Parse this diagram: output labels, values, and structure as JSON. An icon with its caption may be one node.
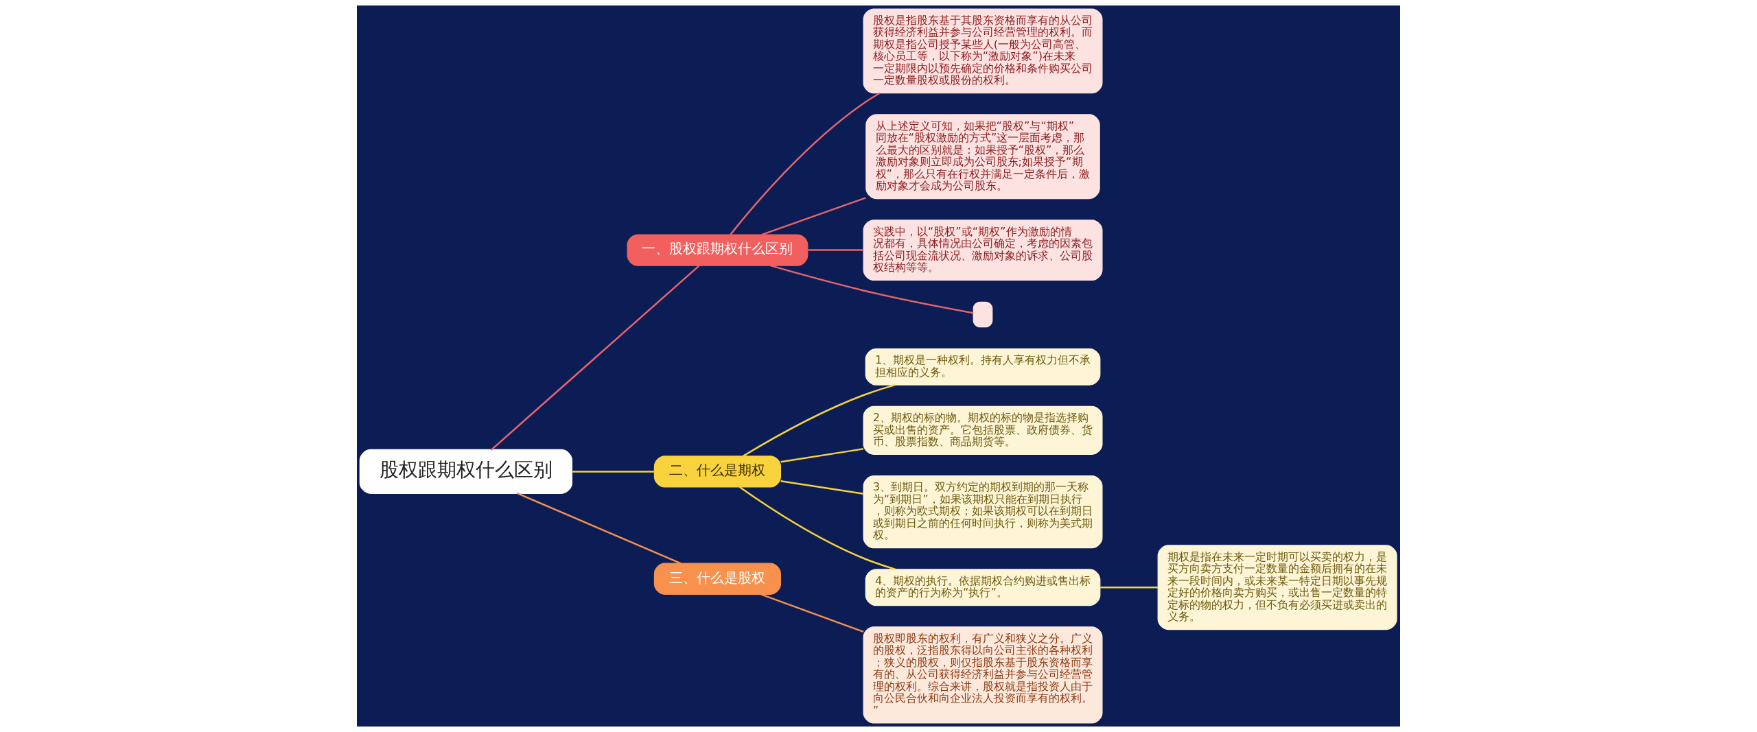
{
  "diagram": {
    "nodes": [
      {
        "text": [
          "股权跟期权什么区别"
        ]
      },
      {
        "text": [
          "一、股权跟期权什么区别"
        ]
      },
      {
        "text": [
          "股权是指股东基于其股东资格而享有的从公司获得经济利益并参与公司经营管理的权利。而期权是指公司授予某些人(一般为公司高管、核心员工等，以下称为“激励对象”)在未来一定期限内以预先确定的价格和条件购买公司一定数量股权或股份的权利。"
        ]
      },
      {
        "text": [
          "从上述定义可知，如果把“股权”与“期权”同放在“股权激励的方式”这一层面考虑，那么最大的区别就是：如果授予“股权”，那么激励对象则立即成为公司股东;如果授予“期权”，那么只有在行权并满足一定条件后，激励对象才会成为公司股东。"
        ]
      },
      {
        "text": [
          "实践中，以“股权”或“期权”作为激励的情况都有，具体情况由公司确定，考虑的因素包括公司现金流状况、激励对象的诉求、公司股权结构等等。"
        ]
      },
      {
        "text": [],
        "shape": "box"
      },
      {
        "text": [
          "二、什么是期权"
        ]
      },
      {
        "text": [
          "1、期权是一种权利。持有人享有权力但不承担相应的义务。"
        ]
      },
      {
        "text": [
          "2、期权的标的物。期权的标的物是指选择购买或出售的资产。它包括股票、政府债券、货币、股票指数、商品期货等。"
        ]
      },
      {
        "text": [
          "3、到期日。双方约定的期权到期的那一天称为“到期日”，如果该期权只能在到期日执行，则称为欧式期权；如果该期权可以在到期日或到期日之前的任何时间执行，则称为美式期权。"
        ]
      },
      {
        "text": [
          "4、期权的执行。依据期权合约购进或售出标的资产的行为称为“执行”。"
        ]
      },
      {
        "text": [
          "期权是指在未来一定时期可以买卖的权力，是买方向卖方支付一定数量的金额后拥有的在未来一段时间内，或未来某一特定日期以事先规定好的价格向卖方购买，或出售一定数量的特定标的物的权力，但不负有必须买进或卖出的义务。"
        ]
      },
      {
        "text": [
          "三、什么是股权"
        ]
      },
      {
        "text": [
          "股权即股东的权利，有广义和狭义之分。广义的股权，泛指股东得以向公司主张的各种权利；狭义的股权，则仅指股东基于股东资格而享有的、从公司获得经济利益并参与公司经营管理的权利。综合来讲，股权就是指投资人由于向公民合伙和向企业法人投资而享有的权利。”"
        ]
      }
    ],
    "edges": [
      {
        "from": 0,
        "to": 1,
        "arrow": "none",
        "color": "#e8636a"
      },
      {
        "from": 1,
        "to": 2,
        "arrow": "none",
        "color": "#e8636a"
      },
      {
        "from": 1,
        "to": 3,
        "arrow": "none",
        "color": "#e8636a"
      },
      {
        "from": 1,
        "to": 4,
        "arrow": "none",
        "color": "#e8636a"
      },
      {
        "from": 1,
        "to": 5,
        "arrow": "none",
        "color": "#e8636a"
      },
      {
        "from": 0,
        "to": 6,
        "arrow": "none",
        "color": "#f5d33a"
      },
      {
        "from": 6,
        "to": 7,
        "arrow": "none",
        "color": "#f5d33a"
      },
      {
        "from": 6,
        "to": 8,
        "arrow": "none",
        "color": "#f5d33a"
      },
      {
        "from": 6,
        "to": 9,
        "arrow": "none",
        "color": "#f5d33a"
      },
      {
        "from": 6,
        "to": 10,
        "arrow": "none",
        "color": "#f5d33a"
      },
      {
        "from": 10,
        "to": 11,
        "arrow": "none",
        "color": "#f5d33a"
      },
      {
        "from": 0,
        "to": 12,
        "arrow": "none",
        "color": "#f7914d"
      },
      {
        "from": 12,
        "to": 13,
        "arrow": "none",
        "color": "#f7914d"
      }
    ]
  }
}
